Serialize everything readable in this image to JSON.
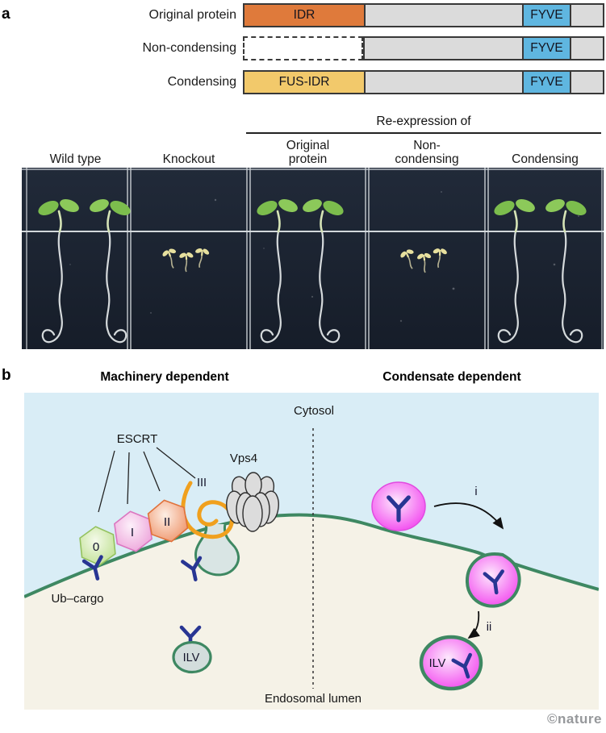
{
  "panel_a": {
    "label": "a",
    "rows": [
      {
        "name": "Original protein",
        "left_segment": "IDR",
        "fyve": "FYVE"
      },
      {
        "name": "Non-condensing",
        "left_segment": "",
        "fyve": "FYVE"
      },
      {
        "name": "Condensing",
        "left_segment": "FUS-IDR",
        "fyve": "FYVE"
      }
    ],
    "reexpression_header": "Re-expression of",
    "columns": [
      {
        "line1": "Wild type",
        "line2": ""
      },
      {
        "line1": "Knockout",
        "line2": ""
      },
      {
        "line1": "Original",
        "line2": "protein"
      },
      {
        "line1": "Non-",
        "line2": "condensing"
      },
      {
        "line1": "Condensing",
        "line2": ""
      }
    ]
  },
  "panel_b": {
    "label": "b",
    "left_title": "Machinery dependent",
    "right_title": "Condensate dependent",
    "cytosol_label": "Cytosol",
    "lumen_label": "Endosomal lumen",
    "escrt_label": "ESCRT",
    "vps4_label": "Vps4",
    "hex_0": "0",
    "hex_1": "I",
    "hex_2": "II",
    "hex_3": "III",
    "ub_cargo_label": "Ub–cargo",
    "ilv_machinery_label": "ILV",
    "ilv_condensate_label": "ILV",
    "step_i": "i",
    "step_ii": "ii"
  },
  "watermark": "©nature",
  "colors": {
    "idr": "#DF7A3B",
    "fus_idr": "#F2C96B",
    "fyve": "#5FB6E0",
    "bar_gray": "#DBDBDB",
    "photo_background": "#1A2230",
    "cytosol": "#D9EDF6",
    "endosomal_lumen": "#F5F2E7",
    "membrane_green": "#3E8862",
    "escrt0_green": "#BCDF8E",
    "escrt1_pink": "#EC9FD8",
    "escrt2_orange": "#EE9166",
    "escrt3_spiral_orange": "#F0A01E",
    "condensate_magenta": "#F23CEE",
    "ubiquitin_navy": "#283593",
    "vps4_gray": "#DCDCDC",
    "ilv_gray": "#D3DDDC"
  }
}
